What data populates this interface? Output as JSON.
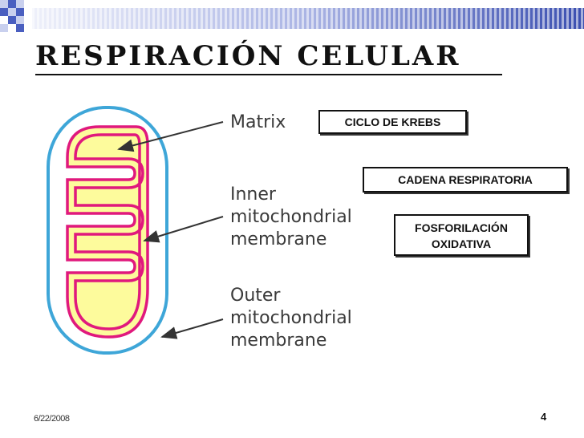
{
  "slide": {
    "title": "RESPIRACIÓN CELULAR",
    "footer_date": "6/22/2008",
    "page_number": "4"
  },
  "diagram": {
    "labels": {
      "matrix": "Matrix",
      "inner_line1": "Inner",
      "inner_line2": "mitochondrial",
      "inner_line3": "membrane",
      "outer_line1": "Outer",
      "outer_line2": "mitochondrial",
      "outer_line3": "membrane"
    },
    "colors": {
      "outer_membrane": "#3ea6d8",
      "inner_membrane": "#e0197d",
      "matrix_fill": "#fdfb9c",
      "arrow": "#333333"
    }
  },
  "boxes": {
    "krebs": "CICLO DE KREBS",
    "cadena": "CADENA RESPIRATORIA",
    "fosfo_line1": "FOSFORILACIÓN",
    "fosfo_line2": "OXIDATIVA"
  },
  "theme": {
    "accent_blue": "#3b4fb0",
    "checker_blue": "#4a5fc0"
  }
}
